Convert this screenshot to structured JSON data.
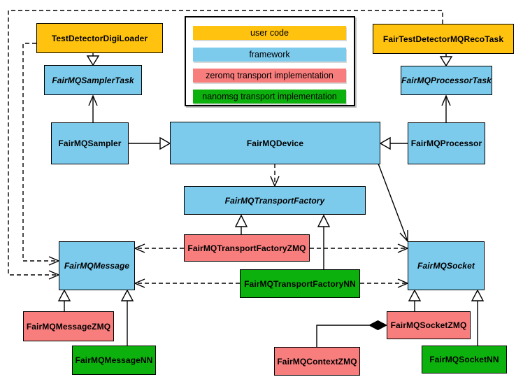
{
  "colors": {
    "user_code": "#FFC20E",
    "framework": "#7CCBED",
    "zeromq": "#F87D7D",
    "nanomsg": "#0DB10D"
  },
  "legend": {
    "items": [
      {
        "label": "user code",
        "color": "#FFC20E"
      },
      {
        "label": "framework",
        "color": "#7CCBED"
      },
      {
        "label": "zeromq transport implementation",
        "color": "#F87D7D"
      },
      {
        "label": "nanomsg transport implementation",
        "color": "#0DB10D"
      }
    ]
  },
  "nodes": {
    "testDetectorDigiLoader": {
      "label": "TestDetectorDigiLoader"
    },
    "fairTestDetectorMQRecoTask": {
      "label": "FairTestDetectorMQRecoTask"
    },
    "fairMQSamplerTask": {
      "label": "FairMQSamplerTask"
    },
    "fairMQProcessorTask": {
      "label": "FairMQProcessorTask"
    },
    "fairMQSampler": {
      "label": "FairMQSampler"
    },
    "fairMQDevice": {
      "label": "FairMQDevice"
    },
    "fairMQProcessor": {
      "label": "FairMQProcessor"
    },
    "fairMQTransportFactory": {
      "label": "FairMQTransportFactory"
    },
    "fairMQTransportFactoryZMQ": {
      "label": "FairMQTransportFactoryZMQ"
    },
    "fairMQTransportFactoryNN": {
      "label": "FairMQTransportFactoryNN"
    },
    "fairMQMessage": {
      "label": "FairMQMessage"
    },
    "fairMQMessageZMQ": {
      "label": "FairMQMessageZMQ"
    },
    "fairMQMessageNN": {
      "label": "FairMQMessageNN"
    },
    "fairMQSocket": {
      "label": "FairMQSocket"
    },
    "fairMQSocketZMQ": {
      "label": "FairMQSocketZMQ"
    },
    "fairMQSocketNN": {
      "label": "FairMQSocketNN"
    },
    "fairMQContextZMQ": {
      "label": "FairMQContextZMQ"
    }
  },
  "edges": [
    {
      "from": "TestDetectorDigiLoader",
      "to": "FairMQSamplerTask",
      "type": "inheritance"
    },
    {
      "from": "FairTestDetectorMQRecoTask",
      "to": "FairMQProcessorTask",
      "type": "inheritance"
    },
    {
      "from": "FairMQSampler",
      "to": "FairMQSamplerTask",
      "type": "association"
    },
    {
      "from": "FairMQProcessor",
      "to": "FairMQProcessorTask",
      "type": "association"
    },
    {
      "from": "FairMQSampler",
      "to": "FairMQDevice",
      "type": "inheritance"
    },
    {
      "from": "FairMQProcessor",
      "to": "FairMQDevice",
      "type": "inheritance"
    },
    {
      "from": "FairMQDevice",
      "to": "FairMQTransportFactory",
      "type": "dependency"
    },
    {
      "from": "FairMQDevice",
      "to": "FairMQSocket",
      "type": "association"
    },
    {
      "from": "FairMQTransportFactoryZMQ",
      "to": "FairMQTransportFactory",
      "type": "inheritance"
    },
    {
      "from": "FairMQTransportFactoryNN",
      "to": "FairMQTransportFactory",
      "type": "inheritance"
    },
    {
      "from": "FairMQTransportFactoryZMQ",
      "to": "FairMQMessage",
      "type": "dependency"
    },
    {
      "from": "FairMQTransportFactoryZMQ",
      "to": "FairMQSocket",
      "type": "dependency"
    },
    {
      "from": "FairMQTransportFactoryNN",
      "to": "FairMQMessage",
      "type": "dependency"
    },
    {
      "from": "FairMQTransportFactoryNN",
      "to": "FairMQSocket",
      "type": "dependency"
    },
    {
      "from": "TestDetectorDigiLoader",
      "to": "FairMQMessage",
      "type": "dependency"
    },
    {
      "from": "FairTestDetectorMQRecoTask",
      "to": "FairMQMessage",
      "type": "dependency"
    },
    {
      "from": "FairMQMessageZMQ",
      "to": "FairMQMessage",
      "type": "inheritance"
    },
    {
      "from": "FairMQMessageNN",
      "to": "FairMQMessage",
      "type": "inheritance"
    },
    {
      "from": "FairMQSocketZMQ",
      "to": "FairMQSocket",
      "type": "inheritance"
    },
    {
      "from": "FairMQSocketNN",
      "to": "FairMQSocket",
      "type": "inheritance"
    },
    {
      "from": "FairMQContextZMQ",
      "to": "FairMQSocketZMQ",
      "type": "composition"
    }
  ]
}
